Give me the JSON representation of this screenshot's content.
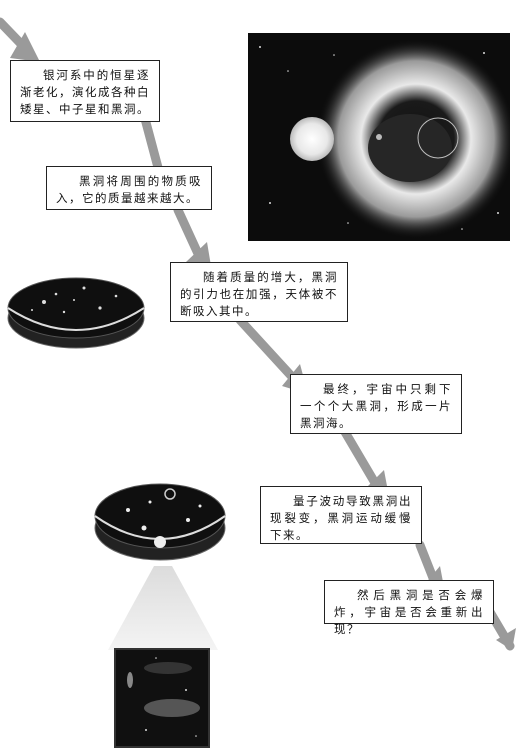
{
  "captions": [
    {
      "text": "银河系中的恒星逐渐老化，演化成各种白矮星、中子星和黑洞。"
    },
    {
      "text": "黑洞将周围的物质吸入，它的质量越来越大。"
    },
    {
      "text": "随着质量的增大，黑洞的引力也在加强，天体被不断吸入其中。"
    },
    {
      "text": "最终，宇宙中只剩下一个个大黑洞，形成一片黑洞海。"
    },
    {
      "text": "量子波动导致黑洞出现裂变，黑洞运动缓慢下来。"
    },
    {
      "text": "然后黑洞是否会爆炸，宇宙是否会重新出现？"
    }
  ],
  "colors": {
    "arrow": "#9a9a9a",
    "border": "#222222",
    "dark_image": "#101010"
  },
  "icons": [
    "arrow-path-icon"
  ]
}
